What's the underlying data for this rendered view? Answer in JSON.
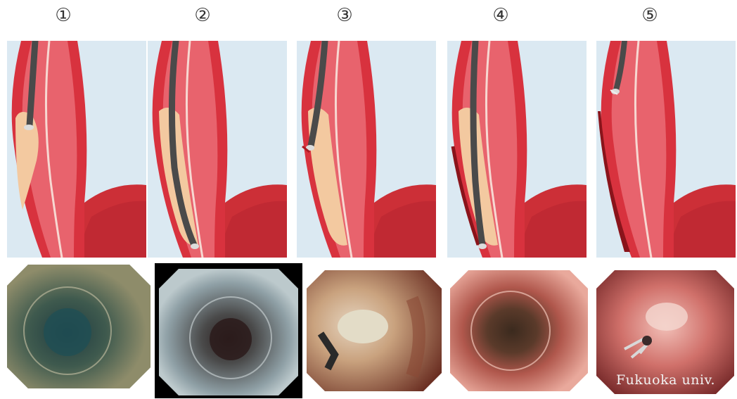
{
  "steps": [
    {
      "number": "①"
    },
    {
      "number": "②"
    },
    {
      "number": "③"
    },
    {
      "number": "④"
    },
    {
      "number": "⑤"
    }
  ],
  "watermark": "Fukuoka univ.",
  "colors": {
    "background_sky": "#dbe9f2",
    "esophagus_wall": "#d8323e",
    "muscle_layer": "#e8636d",
    "submucosa": "#f3c9a0",
    "stomach": "#cc2f37",
    "endoscope": "#4a4a4a"
  }
}
